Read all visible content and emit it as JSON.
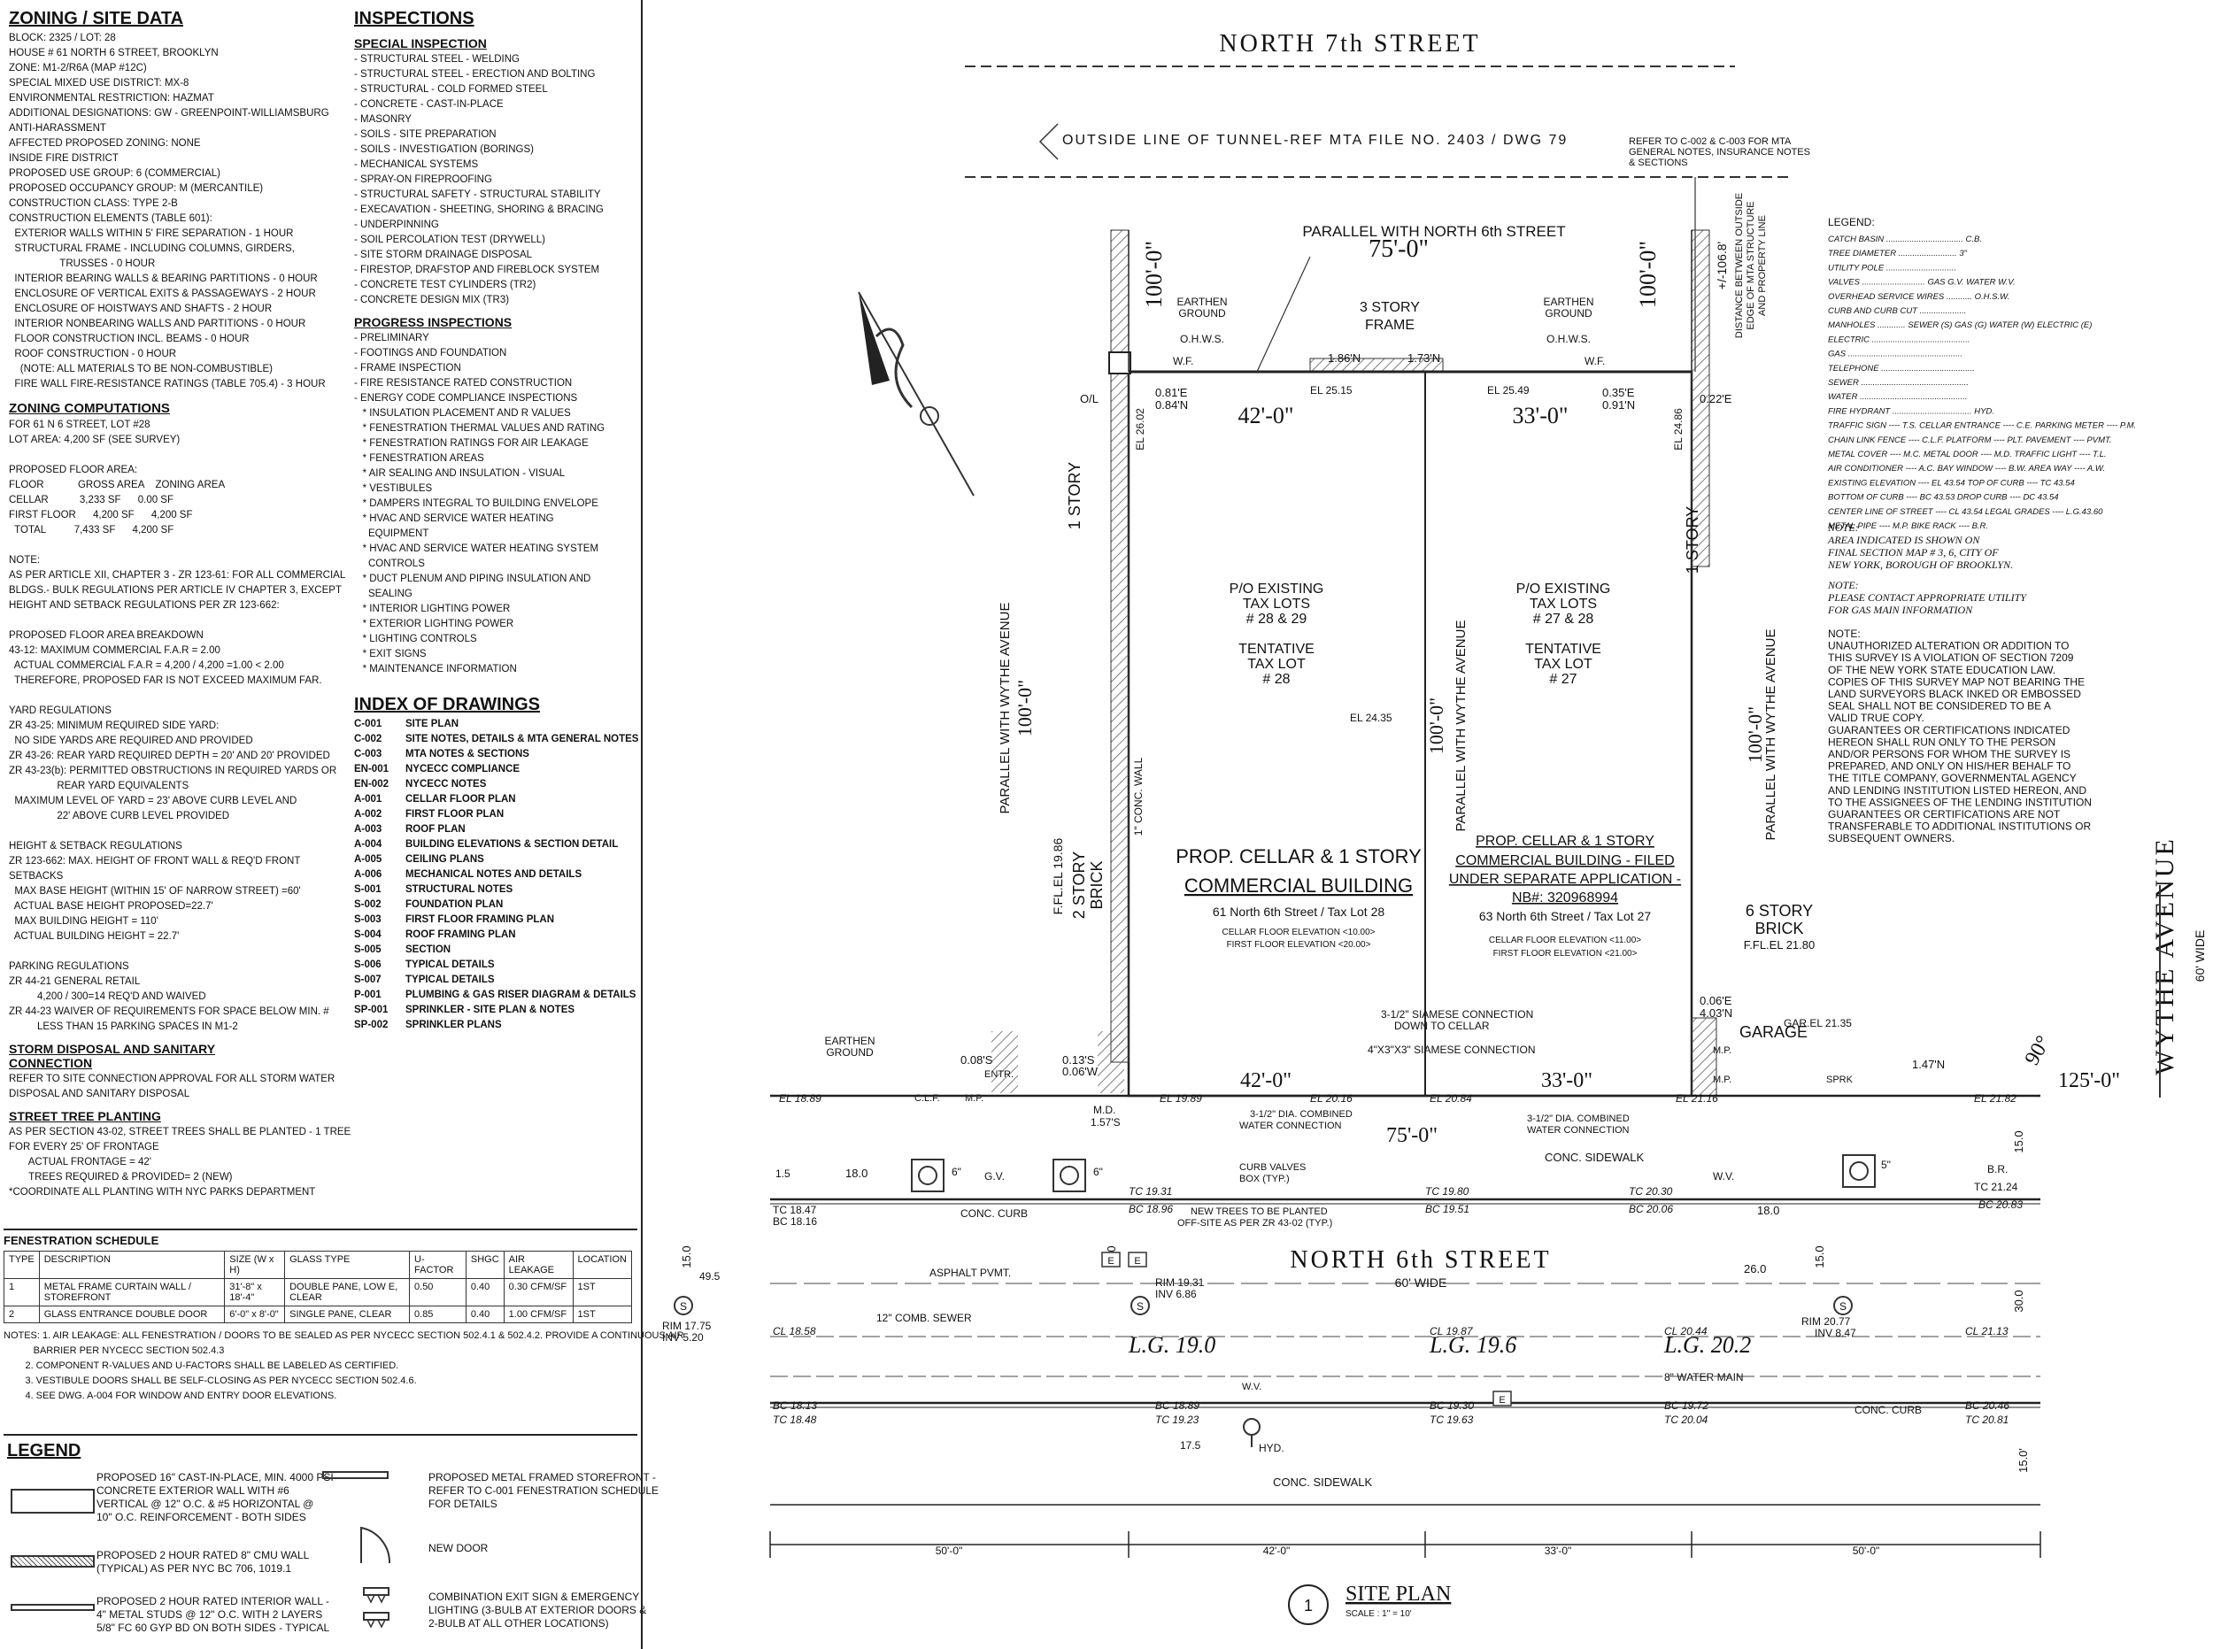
{
  "zoning": {
    "title": "ZONING / SITE DATA",
    "lines": [
      "BLOCK: 2325 / LOT: 28",
      "HOUSE # 61 NORTH 6 STREET, BROOKLYN",
      "ZONE: M1-2/R6A (MAP #12C)",
      "SPECIAL MIXED USE DISTRICT: MX-8",
      "ENVIRONMENTAL RESTRICTION: HAZMAT",
      "ADDITIONAL DESIGNATIONS: GW - GREENPOINT-WILLIAMSBURG",
      "ANTI-HARASSMENT",
      "AFFECTED PROPOSED ZONING: NONE",
      "INSIDE FIRE DISTRICT",
      "PROPOSED USE GROUP: 6 (COMMERCIAL)",
      "PROPOSED OCCUPANCY GROUP: M (MERCANTILE)",
      "CONSTRUCTION CLASS: TYPE 2-B",
      "CONSTRUCTION ELEMENTS (TABLE 601):",
      "  EXTERIOR WALLS WITHIN 5' FIRE SEPARATION - 1 HOUR",
      "  STRUCTURAL FRAME - INCLUDING COLUMNS, GIRDERS,",
      "                  TRUSSES - 0 HOUR",
      "  INTERIOR BEARING WALLS & BEARING PARTITIONS - 0 HOUR",
      "  ENCLOSURE OF VERTICAL EXITS & PASSAGEWAYS - 2 HOUR",
      "  ENCLOSURE OF HOISTWAYS AND SHAFTS - 2 HOUR",
      "  INTERIOR NONBEARING WALLS AND PARTITIONS - 0 HOUR",
      "  FLOOR CONSTRUCTION INCL. BEAMS - 0 HOUR",
      "  ROOF CONSTRUCTION - 0 HOUR",
      "    (NOTE: ALL MATERIALS TO BE NON-COMBUSTIBLE)",
      "  FIRE WALL FIRE-RESISTANCE RATINGS (TABLE 705.4) - 3 HOUR"
    ]
  },
  "zoning_comp": {
    "title": "ZONING COMPUTATIONS",
    "lines": [
      "FOR 61 N 6 STREET, LOT #28",
      "LOT AREA: 4,200 SF (SEE SURVEY)",
      "",
      "PROPOSED FLOOR AREA:",
      "FLOOR            GROSS AREA    ZONING AREA",
      "CELLAR           3,233 SF      0.00 SF",
      "FIRST FLOOR      4,200 SF      4,200 SF",
      "  TOTAL          7,433 SF      4,200 SF",
      "",
      "NOTE:",
      "AS PER ARTICLE XII, CHAPTER 3 - ZR 123-61: FOR ALL COMMERCIAL",
      "BLDGS.- BULK REGULATIONS PER ARTICLE IV CHAPTER 3, EXCEPT",
      "HEIGHT AND SETBACK REGULATIONS PER ZR 123-662:",
      "",
      "PROPOSED FLOOR AREA BREAKDOWN",
      "43-12: MAXIMUM COMMERCIAL F.A.R = 2.00",
      "  ACTUAL COMMERCIAL F.A.R = 4,200 / 4,200 =1.00 < 2.00",
      "  THEREFORE, PROPOSED FAR IS NOT EXCEED MAXIMUM FAR.",
      "",
      "YARD REGULATIONS",
      "ZR 43-25: MINIMUM REQUIRED SIDE YARD:",
      "  NO SIDE YARDS ARE REQUIRED AND PROVIDED",
      "ZR 43-26: REAR YARD REQUIRED DEPTH = 20' AND 20' PROVIDED",
      "ZR 43-23(b): PERMITTED OBSTRUCTIONS IN REQUIRED YARDS OR",
      "                 REAR YARD EQUIVALENTS",
      "  MAXIMUM LEVEL OF YARD = 23' ABOVE CURB LEVEL AND",
      "                 22' ABOVE CURB LEVEL PROVIDED",
      "",
      "HEIGHT & SETBACK REGULATIONS",
      "ZR 123-662: MAX. HEIGHT OF FRONT WALL & REQ'D FRONT",
      "SETBACKS",
      "  MAX BASE HEIGHT (WITHIN 15' OF NARROW STREET) =60'",
      "  ACTUAL BASE HEIGHT PROPOSED=22.7'",
      "  MAX BUILDING HEIGHT = 110'",
      "  ACTUAL BUILDING HEIGHT = 22.7'",
      "",
      "PARKING REGULATIONS",
      "ZR 44-21 GENERAL RETAIL",
      "          4,200 / 300=14 REQ'D AND WAIVED",
      "ZR 44-23 WAIVER OF REQUIREMENTS FOR SPACE BELOW MIN. #",
      "          LESS THAN 15 PARKING SPACES IN M1-2"
    ]
  },
  "storm": {
    "title": "STORM DISPOSAL AND SANITARY CONNECTION",
    "lines": [
      "REFER TO SITE CONNECTION APPROVAL FOR ALL STORM WATER",
      "DISPOSAL AND SANITARY DISPOSAL"
    ]
  },
  "street_tree": {
    "title": "STREET TREE PLANTING",
    "lines": [
      "AS PER SECTION 43-02, STREET TREES SHALL BE PLANTED - 1 TREE",
      "FOR EVERY 25' OF FRONTAGE",
      "       ACTUAL FRONTAGE = 42'",
      "       TREES REQUIRED & PROVIDED= 2 (NEW)",
      "*COORDINATE ALL PLANTING WITH NYC PARKS DEPARTMENT"
    ]
  },
  "inspections": {
    "title": "INSPECTIONS",
    "special_title": "SPECIAL INSPECTION",
    "special": [
      "- STRUCTURAL STEEL - WELDING",
      "- STRUCTURAL STEEL - ERECTION AND BOLTING",
      "- STRUCTURAL - COLD FORMED STEEL",
      "- CONCRETE - CAST-IN-PLACE",
      "- MASONRY",
      "- SOILS - SITE PREPARATION",
      "- SOILS - INVESTIGATION (BORINGS)",
      "- MECHANICAL SYSTEMS",
      "- SPRAY-ON FIREPROOFING",
      "- STRUCTURAL SAFETY - STRUCTURAL STABILITY",
      "- EXECAVATION - SHEETING, SHORING & BRACING",
      "- UNDERPINNING",
      "- SOIL PERCOLATION TEST (DRYWELL)",
      "- SITE STORM DRAINAGE DISPOSAL",
      "- FIRESTOP, DRAFSTOP AND FIREBLOCK SYSTEM",
      "- CONCRETE TEST CYLINDERS (TR2)",
      "- CONCRETE DESIGN MIX (TR3)"
    ],
    "progress_title": "PROGRESS INSPECTIONS",
    "progress": [
      "- PRELIMINARY",
      "- FOOTINGS AND FOUNDATION",
      "- FRAME INSPECTION",
      "- FIRE RESISTANCE RATED CONSTRUCTION",
      "- ENERGY CODE COMPLIANCE INSPECTIONS",
      "   * INSULATION PLACEMENT AND R VALUES",
      "   * FENESTRATION THERMAL VALUES AND RATING",
      "   * FENESTRATION RATINGS FOR AIR LEAKAGE",
      "   * FENESTRATION AREAS",
      "   * AIR SEALING AND INSULATION - VISUAL",
      "   * VESTIBULES",
      "   * DAMPERS INTEGRAL TO BUILDING ENVELOPE",
      "   * HVAC AND SERVICE WATER HEATING",
      "     EQUIPMENT",
      "   * HVAC AND SERVICE WATER HEATING SYSTEM",
      "     CONTROLS",
      "   * DUCT PLENUM AND PIPING INSULATION AND",
      "     SEALING",
      "   * INTERIOR LIGHTING POWER",
      "   * EXTERIOR LIGHTING POWER",
      "   * LIGHTING CONTROLS",
      "   * EXIT SIGNS",
      "   * MAINTENANCE INFORMATION"
    ]
  },
  "index": {
    "title": "INDEX OF DRAWINGS",
    "rows": [
      [
        "C-001",
        "SITE PLAN"
      ],
      [
        "C-002",
        "SITE NOTES, DETAILS & MTA GENERAL NOTES"
      ],
      [
        "C-003",
        "MTA NOTES & SECTIONS"
      ],
      [
        "EN-001",
        "NYCECC COMPLIANCE"
      ],
      [
        "EN-002",
        "NYCECC NOTES"
      ],
      [
        "A-001",
        "CELLAR FLOOR PLAN"
      ],
      [
        "A-002",
        "FIRST FLOOR PLAN"
      ],
      [
        "A-003",
        "ROOF PLAN"
      ],
      [
        "A-004",
        "BUILDING ELEVATIONS & SECTION DETAIL"
      ],
      [
        "A-005",
        "CEILING PLANS"
      ],
      [
        "A-006",
        "MECHANICAL NOTES AND DETAILS"
      ],
      [
        "S-001",
        "STRUCTURAL NOTES"
      ],
      [
        "S-002",
        "FOUNDATION PLAN"
      ],
      [
        "S-003",
        "FIRST FLOOR FRAMING PLAN"
      ],
      [
        "S-004",
        "ROOF FRAMING PLAN"
      ],
      [
        "S-005",
        "SECTION"
      ],
      [
        "S-006",
        "TYPICAL DETAILS"
      ],
      [
        "S-007",
        "TYPICAL DETAILS"
      ],
      [
        "P-001",
        "PLUMBING & GAS RISER DIAGRAM & DETAILS"
      ],
      [
        "SP-001",
        "SPRINKLER - SITE PLAN & NOTES"
      ],
      [
        "SP-002",
        "SPRINKLER PLANS"
      ]
    ]
  },
  "fenestration": {
    "title": "FENESTRATION SCHEDULE",
    "headers": [
      "TYPE",
      "DESCRIPTION",
      "SIZE (W x H)",
      "GLASS TYPE",
      "U-FACTOR",
      "SHGC",
      "AIR LEAKAGE",
      "LOCATION"
    ],
    "rows": [
      [
        "1",
        "METAL FRAME CURTAIN WALL / STOREFRONT",
        "31'-8\" x 18'-4\"",
        "DOUBLE PANE, LOW E, CLEAR",
        "0.50",
        "0.40",
        "0.30 CFM/SF",
        "1ST"
      ],
      [
        "2",
        "GLASS ENTRANCE DOUBLE DOOR",
        "6'-0\" x 8'-0\"",
        "SINGLE PANE, CLEAR",
        "0.85",
        "0.40",
        "1.00 CFM/SF",
        "1ST"
      ]
    ],
    "notes": [
      "NOTES: 1. AIR LEAKAGE: ALL FENESTRATION / DOORS TO BE SEALED AS PER NYCECC SECTION 502.4.1 & 502.4.2. PROVIDE A CONTINUOUS AIR",
      "           BARRIER PER NYCECC SECTION 502.4.3",
      "        2. COMPONENT R-VALUES AND U-FACTORS SHALL BE LABELED AS CERTIFIED.",
      "        3. VESTIBULE DOORS SHALL BE SELF-CLOSING AS PER NYCECC SECTION 502.4.6.",
      "        4. SEE DWG. A-004 FOR WINDOW AND ENTRY DOOR ELEVATIONS."
    ]
  },
  "legend": {
    "title": "LEGEND",
    "items": [
      "PROPOSED 16\" CAST-IN-PLACE, MIN. 4000 PSI\nCONCRETE EXTERIOR WALL WITH #6\nVERTICAL @ 12\" O.C. & #5 HORIZONTAL @\n10\" O.C. REINFORCEMENT - BOTH SIDES",
      "PROPOSED 2 HOUR RATED 8\" CMU WALL\n(TYPICAL) AS PER NYC BC 706, 1019.1",
      "PROPOSED 2 HOUR RATED INTERIOR WALL -\n4\" METAL STUDS @ 12\" O.C. WITH 2 LAYERS\n5/8\" FC 60 GYP BD ON BOTH SIDES - TYPICAL",
      "PROPOSED METAL FRAMED STOREFRONT -\nREFER TO C-001 FENESTRATION SCHEDULE\nFOR DETAILS",
      "NEW DOOR",
      "COMBINATION EXIT SIGN & EMERGENCY\nLIGHTING (3-BULB AT EXTERIOR DOORS &\n2-BULB AT ALL OTHER LOCATIONS)"
    ]
  },
  "plan": {
    "north_street": "NORTH 7th STREET",
    "tunnel": "OUTSIDE LINE OF TUNNEL-REF MTA FILE NO. 2403 / DWG 79",
    "refer_mta": [
      "REFER TO C-002 & C-003 FOR MTA",
      "GENERAL NOTES, INSURANCE NOTES",
      "& SECTIONS"
    ],
    "parallel_n6": "PARALLEL WITH NORTH 6th STREET",
    "dim_75_top": "75'-0\"",
    "three_story": [
      "3 STORY",
      "FRAME"
    ],
    "earthen": [
      "EARTHEN",
      "GROUND"
    ],
    "ohws": "O.H.W.S.",
    "wf": "W.F.",
    "d186": "1.86'N",
    "d173": "1.73'N",
    "dist_label": [
      "DISTANCE BETWEEN OUTSIDE",
      "EDGE OF MTA STRUCTURE",
      "AND PROPERTY LINE"
    ],
    "d1068": "+/-106.8'",
    "dim_100": "100'-0\"",
    "ol": "O/L",
    "e081": [
      "0.81'E",
      "0.84'N"
    ],
    "e035": [
      "0.35'E",
      "0.91'N"
    ],
    "e022": "0.22'E",
    "dim_42": "42'-0\"",
    "dim_33": "33'-0\"",
    "el2515": "EL 25.15",
    "el2549": "EL 25.49",
    "el2602": "EL 26.02",
    "el2486": "EL 24.86",
    "el2435": "EL 24.35",
    "one_story": "1 STORY",
    "lots_left": [
      "P/O EXISTING",
      "TAX LOTS",
      "# 28 & 29",
      "",
      "TENTATIVE",
      "TAX LOT",
      "# 28"
    ],
    "lots_right": [
      "P/O EXISTING",
      "TAX LOTS",
      "# 27 & 28",
      "",
      "TENTATIVE",
      "TAX LOT",
      "# 27"
    ],
    "par_wythe": "PARALLEL WITH WYTHE AVENUE",
    "conc_wall": "1\" CONC. WALL",
    "ffel1986": "F.FL.EL 19.86",
    "two_story": [
      "2 STORY",
      "BRICK"
    ],
    "prop_left": [
      "PROP. CELLAR & 1 STORY",
      "COMMERCIAL BUILDING",
      "61 North 6th Street / Tax Lot 28",
      "CELLAR FLOOR ELEVATION <10.00>",
      "FIRST FLOOR ELEVATION <20.00>"
    ],
    "prop_right": [
      "PROP. CELLAR & 1 STORY",
      "COMMERCIAL BUILDING - FILED",
      "UNDER SEPARATE APPLICATION -",
      "NB#: 320968994",
      "63 North 6th Street / Tax Lot 27",
      "CELLAR FLOOR ELEVATION <11.00>",
      "FIRST FLOOR ELEVATION <21.00>"
    ],
    "six_story": [
      "6 STORY",
      "BRICK",
      "F.FL.EL 21.80"
    ],
    "wythe": "WYTHE AVENUE",
    "wythe_wide": "60' WIDE",
    "angle90": "90°",
    "dim125": "125'-0\"",
    "siamese1": [
      "3-1/2\" SIAMESE CONNECTION",
      "DOWN TO CELLAR"
    ],
    "siamese2": "4\"X3\"X3\" SIAMESE CONNECTION",
    "garage": "GARAGE",
    "garel": "GAR.EL 21.35",
    "e006": [
      "0.06'E",
      "4.03'N"
    ],
    "d147": "1.47'N",
    "d008": "0.08'S",
    "d013": [
      "0.13'S",
      "0.06'W"
    ],
    "entr": "ENTR.",
    "md": [
      "M.D.",
      "1.57'S"
    ],
    "mp": "M.P.",
    "clf": "C.L.F.",
    "sprk": "SPRK",
    "earthen2": [
      "EARTHEN",
      "GROUND"
    ],
    "el_row": [
      "EL 18.89",
      "EL 19.89",
      "EL 20.16",
      "EL 20.84",
      "EL 21.16",
      "EL 21.82"
    ],
    "combined1": [
      "3-1/2\" DIA. COMBINED",
      "WATER CONNECTION"
    ],
    "combined2": [
      "3-1/2\" DIA. COMBINED",
      "WATER CONNECTION"
    ],
    "dim75_bot": "75'-0\"",
    "curb_valves": [
      "CURB VALVES",
      "BOX (TYP.)"
    ],
    "conc_sidewalk": "CONC. SIDEWALK",
    "d180a": "18.0",
    "d180b": "18.0",
    "d15": "1.5",
    "gv": "G.V.",
    "wv": "W.V.",
    "br": "B.R.",
    "tc2124": "TC 21.24",
    "tree6a": "6\"",
    "tree6b": "6\"",
    "tree5": "5\"",
    "tc_row": [
      "TC 19.31",
      "TC 19.80",
      "TC 20.30"
    ],
    "bc_row": [
      "BC 18.96",
      "BC 19.51",
      "BC 20.06",
      "BC 20.83"
    ],
    "tc1847": [
      "TC 18.47",
      "BC 18.16"
    ],
    "conc_curb": "CONC. CURB",
    "new_trees": [
      "NEW TREES TO BE PLANTED",
      "OFF-SITE AS PER ZR 43-02 (TYP.)"
    ],
    "north6": "NORTH 6th STREET",
    "n6_wide": "60' WIDE",
    "asphalt": "ASPHALT PVMT.",
    "rim1": [
      "RIM 19.31",
      "INV 6.86"
    ],
    "rim_left": [
      "RIM 17.75",
      "INV 5.20"
    ],
    "rim_right": [
      "RIM 20.77",
      "INV 8.47"
    ],
    "d495": "49.5",
    "d260": "26.0",
    "d150": "15.0",
    "d300": "30.0",
    "sewer": "12\" COMB. SEWER",
    "cl_row": [
      "CL 18.58",
      "CL 19.87",
      "CL 20.44",
      "CL 21.13"
    ],
    "lg": [
      "L.G. 19.0",
      "L.G. 19.6",
      "L.G. 20.2"
    ],
    "water_main": "8\" WATER MAIN",
    "bc2_row": [
      "BC 18.13",
      "BC 18.89",
      "BC 19.30",
      "BC 19.72",
      "BC 20.46"
    ],
    "tc2_row": [
      "TC 18.48",
      "TC 19.23",
      "TC 19.63",
      "TC 20.04",
      "TC 20.81"
    ],
    "conc_curb2": "CONC. CURB",
    "hyd": "HYD.",
    "wv2": "W.V.",
    "d175": "17.5",
    "conc_sidewalk2": "CONC. SIDEWALK",
    "d150b": "15.0'",
    "bottom_dims": [
      "50'-0\"",
      "42'-0\"",
      "33'-0\"",
      "50'-0\""
    ],
    "title_num": "1",
    "title": "SITE PLAN",
    "scale": "SCALE : 1\" = 10'",
    "legend_title": "LEGEND:",
    "legend_items": [
      "CATCH BASIN ................................. C.B.",
      "TREE DIAMETER ......................... 3\"",
      "UTILITY POLE ..............................",
      "VALVES ........................... GAS G.V. WATER W.V.",
      "OVERHEAD SERVICE WIRES ........... O.H.S.W.",
      "CURB AND CURB CUT ....................",
      "MANHOLES ............ SEWER (S)  GAS (G)  WATER (W)  ELECTRIC (E)",
      "ELECTRIC ..........................................",
      "GAS .................................................",
      "TELEPHONE ........................................",
      "SEWER ..............................................",
      "WATER ..............................................",
      "FIRE HYDRANT .................................. HYD.",
      "TRAFFIC SIGN ---- T.S.    CELLAR ENTRANCE ---- C.E.   PARKING METER ---- P.M.",
      "CHAIN LINK FENCE ---- C.L.F.   PLATFORM ---- PLT.   PAVEMENT ---- PVMT.",
      "METAL COVER ---- M.C.   METAL DOOR ---- M.D.   TRAFFIC LIGHT ---- T.L.",
      "AIR CONDITIONER ---- A.C.   BAY WINDOW ---- B.W.   AREA WAY ---- A.W.",
      "EXISTING ELEVATION ---- EL 43.54   TOP OF CURB ---- TC 43.54",
      "BOTTOM OF CURB ---- BC 43.53   DROP CURB ---- DC 43.54",
      "CENTER LINE OF STREET ---- CL 43.54   LEGAL GRADES ---- L.G.43.60",
      "METAL PIPE ---- M.P.   BIKE RACK ---- B.R."
    ],
    "note1": [
      "NOTE:",
      "AREA INDICATED IS SHOWN ON",
      "FINAL SECTION MAP # 3, 6, CITY OF",
      "NEW YORK, BOROUGH OF BROOKLYN."
    ],
    "note2": [
      "NOTE:",
      "PLEASE CONTACT APPROPRIATE UTILITY",
      "FOR GAS MAIN INFORMATION"
    ],
    "note3": [
      "NOTE:",
      "UNAUTHORIZED ALTERATION OR ADDITION TO",
      "THIS SURVEY IS A VIOLATION OF SECTION 7209",
      "OF THE NEW YORK STATE EDUCATION LAW.",
      "COPIES OF THIS SURVEY MAP NOT BEARING THE",
      "LAND SURVEYORS BLACK INKED OR EMBOSSED",
      "SEAL SHALL NOT BE CONSIDERED TO BE A",
      "VALID TRUE COPY.",
      "GUARANTEES OR CERTIFICATIONS INDICATED",
      "HEREON SHALL RUN ONLY TO THE PERSON",
      "AND/OR PERSONS FOR WHOM THE SURVEY IS",
      "PREPARED, AND ONLY ON HIS/HER BEHALF TO",
      "THE TITLE COMPANY, GOVERNMENTAL AGENCY",
      "AND LENDING INSTITUTION LISTED HEREON, AND",
      "TO THE ASSIGNEES OF THE LENDING INSTITUTION",
      "GUARANTEES OR CERTIFICATIONS ARE NOT",
      "TRANSFERABLE TO ADDITIONAL INSTITUTIONS OR",
      "SUBSEQUENT OWNERS."
    ]
  }
}
